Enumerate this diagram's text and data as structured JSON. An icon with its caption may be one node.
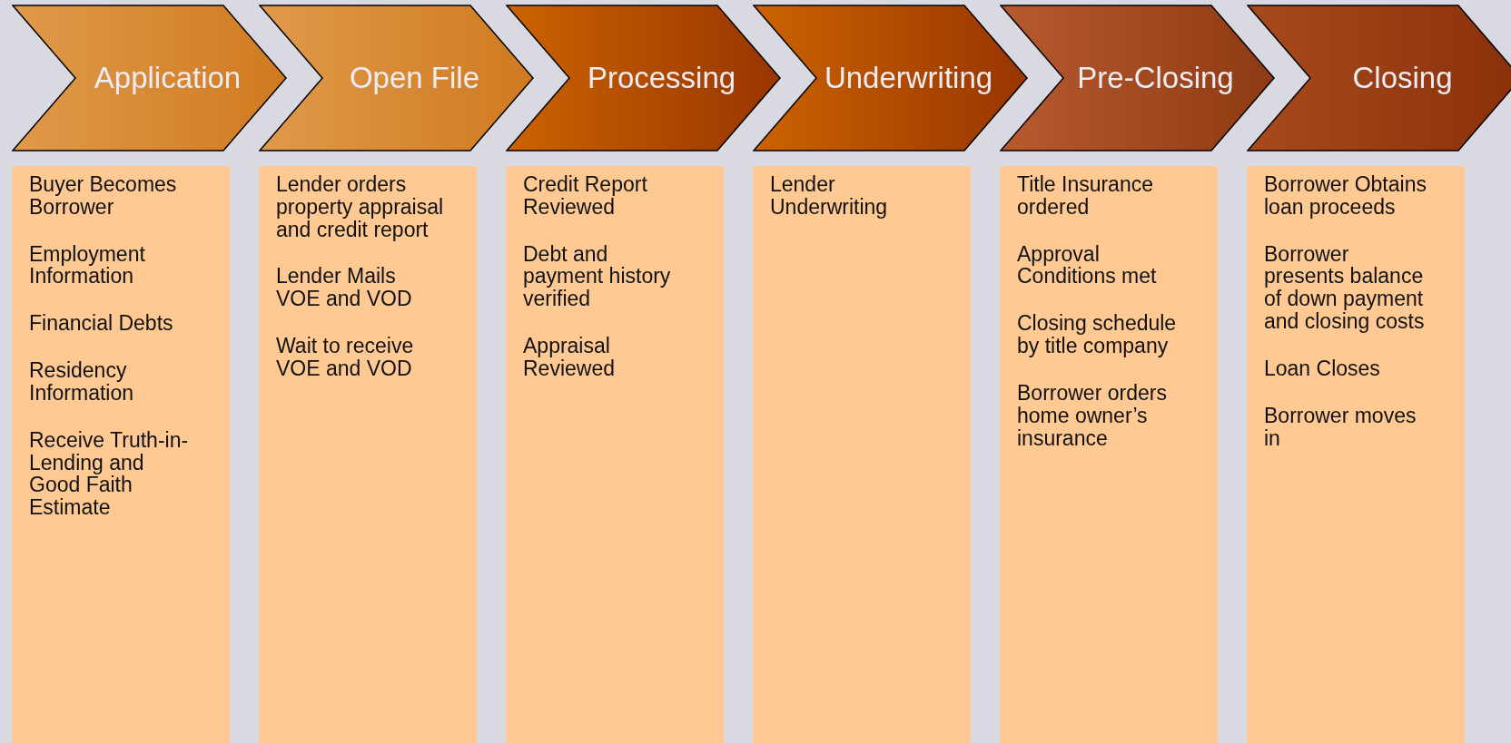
{
  "diagram": {
    "nodes": [
      {
        "text": [
          "Application"
        ]
      },
      {
        "text": [
          "Open File"
        ]
      },
      {
        "text": [
          "Processing"
        ]
      },
      {
        "text": [
          "Underwriting"
        ]
      },
      {
        "text": [
          "Pre-Closing"
        ]
      },
      {
        "text": [
          "Closing"
        ]
      },
      {
        "text": [
          "Buyer Becomes Borrower",
          "Employment Information",
          "Financial Debts",
          "Residency Information",
          "Receive Truth-in-Lending and Good Faith Estimate"
        ]
      },
      {
        "text": [
          "Lender orders property appraisal and credit report",
          "Lender Mails VOE and VOD",
          "Wait to receive VOE and VOD"
        ]
      },
      {
        "text": [
          "Credit Report Reviewed",
          "Debt and payment history verified",
          "Appraisal Reviewed"
        ]
      },
      {
        "text": [
          "Lender Underwriting"
        ]
      },
      {
        "text": [
          "Title Insurance ordered",
          "Approval Conditions met",
          "Closing schedule by title company",
          "Borrower orders home owner’s insurance"
        ]
      },
      {
        "text": [
          "Borrower Obtains loan proceeds",
          "Borrower presents balance of down payment and closing costs",
          "Loan Closes",
          "Borrower moves in"
        ]
      }
    ]
  }
}
